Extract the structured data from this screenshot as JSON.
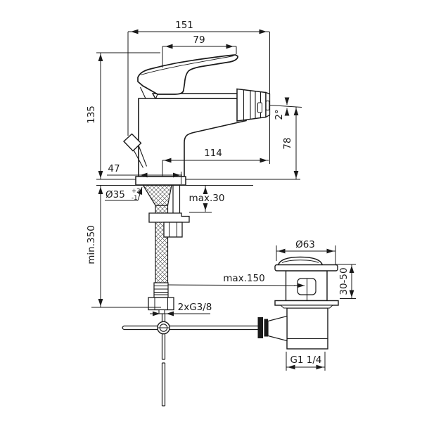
{
  "diagram": {
    "title": "bidet-single-lever-mixer-technical-drawing",
    "colors": {
      "line": "#1a1a1a",
      "background": "#ffffff"
    },
    "dimensions": {
      "overall_width": "151",
      "handle_length": "79",
      "height_above_deck": "135",
      "base_depth": "47",
      "spout_reach": "114",
      "spout_angle": "2°",
      "spout_height": "78",
      "hole_diameter": "Ø35",
      "hole_tol_plus": "+2",
      "hole_tol_minus": "-1",
      "deck_thickness": "max.30",
      "hose_clearance": "min.350",
      "rod_length": "max.150",
      "supply_thread": "2xG3/8",
      "waste_cap_diameter": "Ø63",
      "waste_deck_range": "30-50",
      "waste_thread": "G1 1/4"
    }
  }
}
